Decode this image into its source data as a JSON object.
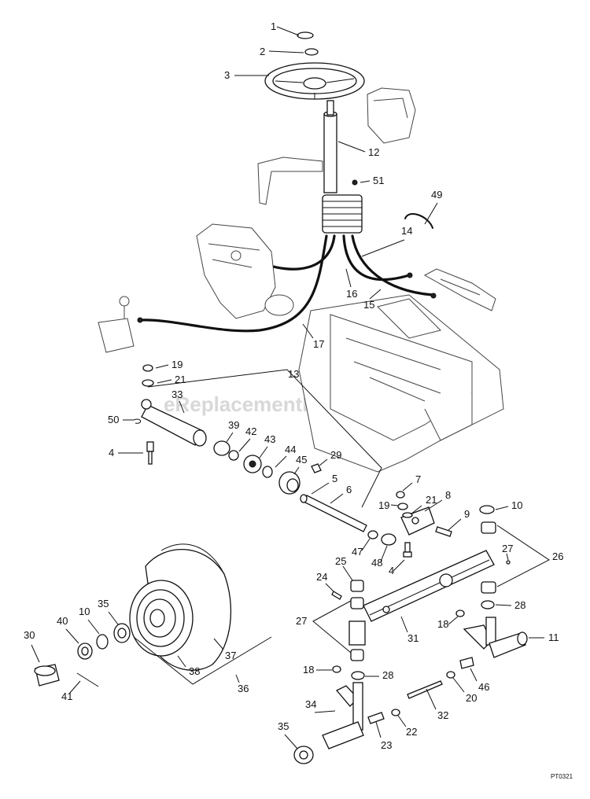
{
  "diagram": {
    "watermark": "eReplacementParts.com",
    "drawing_code": "PT0321",
    "callouts": [
      {
        "id": "c1",
        "label": "1"
      },
      {
        "id": "c2",
        "label": "2"
      },
      {
        "id": "c3",
        "label": "3"
      },
      {
        "id": "c12",
        "label": "12"
      },
      {
        "id": "c51",
        "label": "51"
      },
      {
        "id": "c49",
        "label": "49"
      },
      {
        "id": "c14",
        "label": "14"
      },
      {
        "id": "c16",
        "label": "16"
      },
      {
        "id": "c15",
        "label": "15"
      },
      {
        "id": "c17",
        "label": "17"
      },
      {
        "id": "c19a",
        "label": "19"
      },
      {
        "id": "c21a",
        "label": "21"
      },
      {
        "id": "c13",
        "label": "13"
      },
      {
        "id": "c33",
        "label": "33"
      },
      {
        "id": "c50",
        "label": "50"
      },
      {
        "id": "c39",
        "label": "39"
      },
      {
        "id": "c42",
        "label": "42"
      },
      {
        "id": "c43",
        "label": "43"
      },
      {
        "id": "c44",
        "label": "44"
      },
      {
        "id": "c45",
        "label": "45"
      },
      {
        "id": "c29",
        "label": "29"
      },
      {
        "id": "c4a",
        "label": "4"
      },
      {
        "id": "c5",
        "label": "5"
      },
      {
        "id": "c6",
        "label": "6"
      },
      {
        "id": "c7",
        "label": "7"
      },
      {
        "id": "c8",
        "label": "8"
      },
      {
        "id": "c19b",
        "label": "19"
      },
      {
        "id": "c21b",
        "label": "21"
      },
      {
        "id": "c9",
        "label": "9"
      },
      {
        "id": "c10a",
        "label": "10"
      },
      {
        "id": "c47",
        "label": "47"
      },
      {
        "id": "c48",
        "label": "48"
      },
      {
        "id": "c4b",
        "label": "4"
      },
      {
        "id": "c27a",
        "label": "27"
      },
      {
        "id": "c26",
        "label": "26"
      },
      {
        "id": "c25",
        "label": "25"
      },
      {
        "id": "c24",
        "label": "24"
      },
      {
        "id": "c28a",
        "label": "28"
      },
      {
        "id": "c27b",
        "label": "27"
      },
      {
        "id": "c18a",
        "label": "18"
      },
      {
        "id": "c31",
        "label": "31"
      },
      {
        "id": "c11",
        "label": "11"
      },
      {
        "id": "c35a",
        "label": "35"
      },
      {
        "id": "c10b",
        "label": "10"
      },
      {
        "id": "c40",
        "label": "40"
      },
      {
        "id": "c30",
        "label": "30"
      },
      {
        "id": "c38",
        "label": "38"
      },
      {
        "id": "c37",
        "label": "37"
      },
      {
        "id": "c36",
        "label": "36"
      },
      {
        "id": "c41",
        "label": "41"
      },
      {
        "id": "c18b",
        "label": "18"
      },
      {
        "id": "c28b",
        "label": "28"
      },
      {
        "id": "c46",
        "label": "46"
      },
      {
        "id": "c20",
        "label": "20"
      },
      {
        "id": "c34",
        "label": "34"
      },
      {
        "id": "c32",
        "label": "32"
      },
      {
        "id": "c22",
        "label": "22"
      },
      {
        "id": "c23",
        "label": "23"
      },
      {
        "id": "c35b",
        "label": "35"
      }
    ]
  }
}
